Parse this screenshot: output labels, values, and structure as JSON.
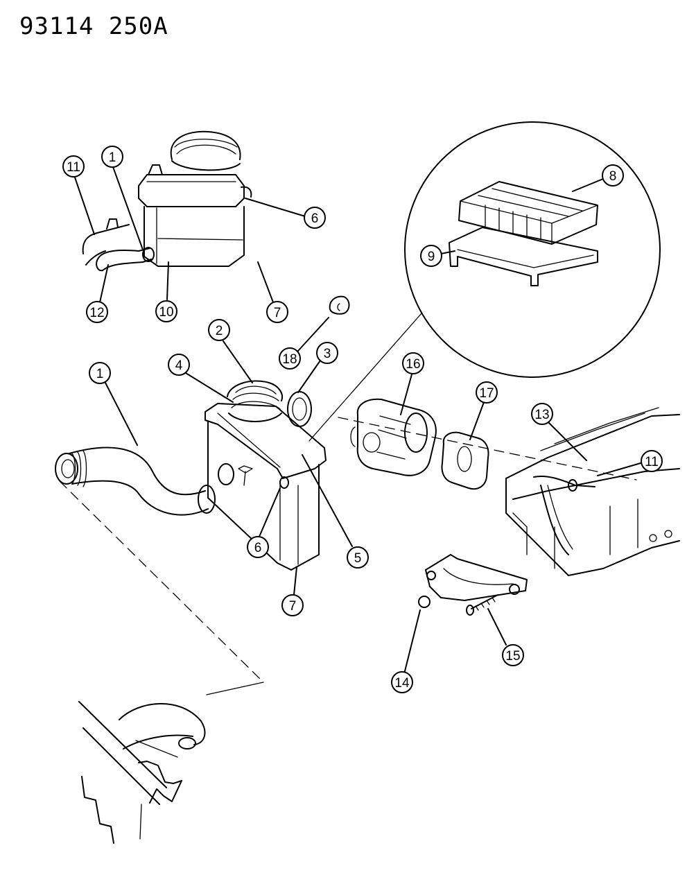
{
  "diagram": {
    "reference_code": "93114 250A",
    "callouts": [
      {
        "id": "c11a",
        "label": "11"
      },
      {
        "id": "c1a",
        "label": "1"
      },
      {
        "id": "c6a",
        "label": "6"
      },
      {
        "id": "c12",
        "label": "12"
      },
      {
        "id": "c10",
        "label": "10"
      },
      {
        "id": "c7a",
        "label": "7"
      },
      {
        "id": "c8",
        "label": "8"
      },
      {
        "id": "c9",
        "label": "9"
      },
      {
        "id": "c18",
        "label": "18"
      },
      {
        "id": "c2",
        "label": "2"
      },
      {
        "id": "c3",
        "label": "3"
      },
      {
        "id": "c4",
        "label": "4"
      },
      {
        "id": "c1b",
        "label": "1"
      },
      {
        "id": "c16",
        "label": "16"
      },
      {
        "id": "c17",
        "label": "17"
      },
      {
        "id": "c13",
        "label": "13"
      },
      {
        "id": "c11b",
        "label": "11"
      },
      {
        "id": "c6b",
        "label": "6"
      },
      {
        "id": "c5",
        "label": "5"
      },
      {
        "id": "c7b",
        "label": "7"
      },
      {
        "id": "c15",
        "label": "15"
      },
      {
        "id": "c14",
        "label": "14"
      }
    ]
  }
}
